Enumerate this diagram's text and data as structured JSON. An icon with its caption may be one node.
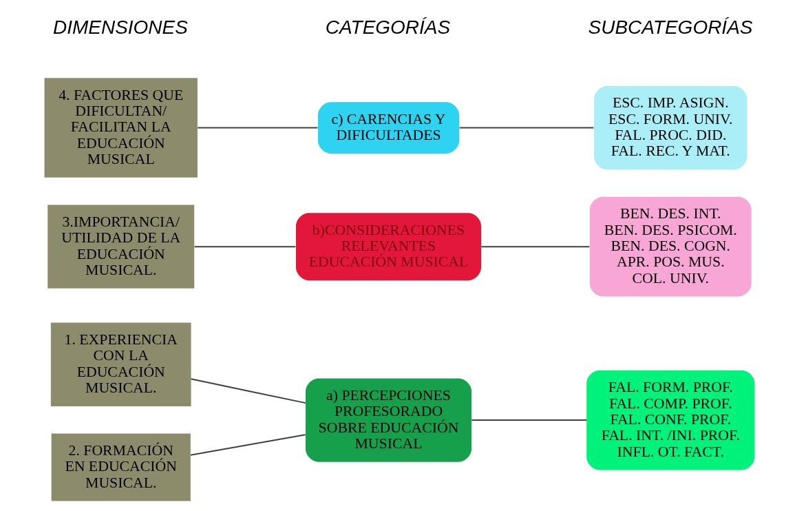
{
  "diagram": {
    "nodes": [
      {
        "text": [
          "1. EXPERIENCIA CON LA EDUCACIÓN MUSICAL."
        ]
      },
      {
        "text": [
          "2. FORMACIÓN EN EDUCACIÓN MUSICAL."
        ]
      },
      {
        "text": [
          "a) PERCEPCIONES PROFESORADO SOBRE EDUCACIÓN MUSICAL"
        ]
      },
      {
        "text": [
          "FAL. FORM. PROF.",
          "FAL. COMP. PROF.",
          "FAL. CONF. PROF.",
          "FAL. INT. /INI. PROF.",
          "INFL. OT. FACT."
        ]
      },
      {
        "text": [
          "3.IMPORTANCIA/ UTILIDAD DE LA EDUCACIÓN MUSICAL."
        ]
      },
      {
        "text": [
          "b)CONSIDERACIONES RELEVANTES EDUCACIÓN MUSICAL"
        ]
      },
      {
        "text": [
          "BEN. DES. INT.",
          "BEN. DES. PSICOM.",
          "BEN. DES. COGN.",
          "APR. POS. MUS.",
          "COL. UNIV."
        ]
      },
      {
        "text": [
          "4. FACTORES QUE DIFICULTAN/ FACILITAN LA EDUCACIÓN MUSICAL"
        ]
      },
      {
        "text": [
          "c) CARENCIAS Y DIFICULTADES"
        ]
      },
      {
        "text": [
          "ESC. IMP. ASIGN.",
          "ESC. FORM. UNIV.",
          "FAL. PROC. DID.",
          "FAL. REC. Y MAT."
        ]
      }
    ],
    "edges": [
      {
        "from": 0,
        "to": 2,
        "arrow": "none"
      },
      {
        "from": 1,
        "to": 2,
        "arrow": "none"
      },
      {
        "from": 2,
        "to": 3,
        "arrow": "none"
      },
      {
        "from": 4,
        "to": 5,
        "arrow": "none"
      },
      {
        "from": 5,
        "to": 6,
        "arrow": "none"
      },
      {
        "from": 7,
        "to": 8,
        "arrow": "none"
      },
      {
        "from": 8,
        "to": 9,
        "arrow": "none"
      }
    ],
    "labels": [
      "DIMENSIONES",
      "CATEGORÍAS",
      "SUBCATEGORÍAS"
    ]
  }
}
